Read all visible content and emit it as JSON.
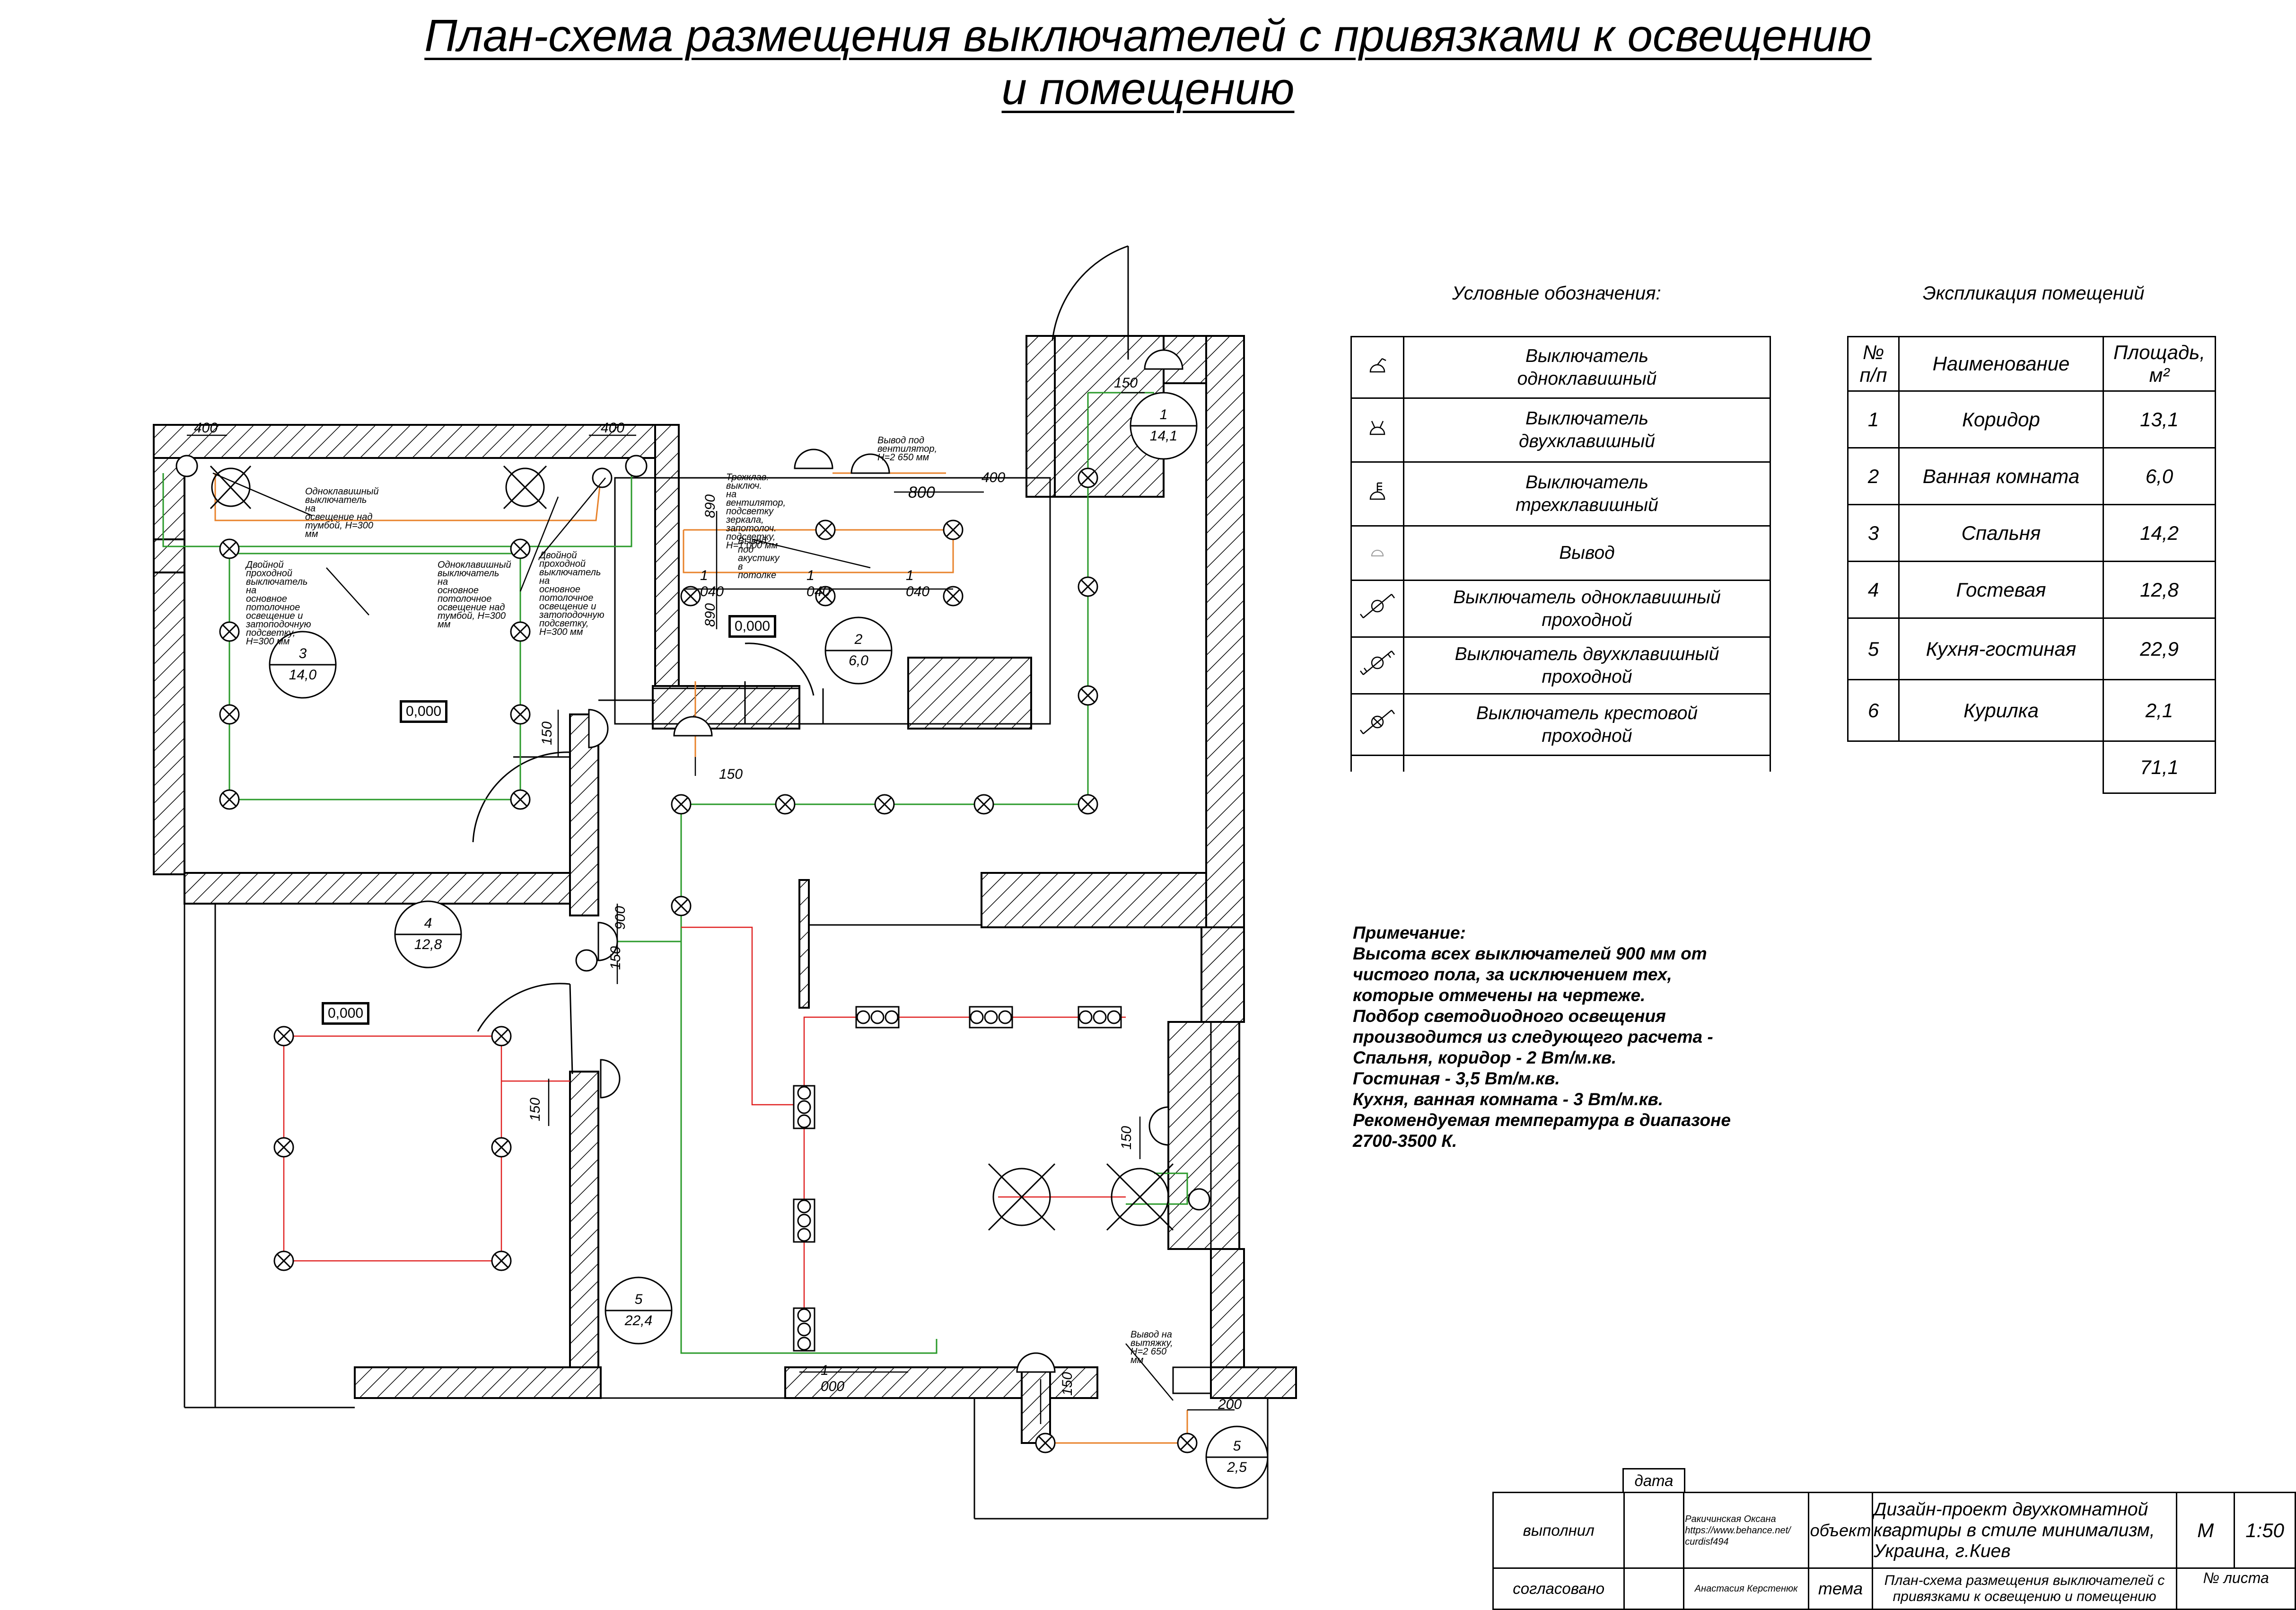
{
  "page_title": {
    "line1": "План-схема размещения выключателей с привязками к освещению",
    "line2": "и помещению"
  },
  "legend": {
    "title": "Условные обозначения:",
    "items": [
      {
        "icon": "single-switch-icon",
        "label_l1": "Выключатель",
        "label_l2": "одноклавишный"
      },
      {
        "icon": "double-switch-icon",
        "label_l1": "Выключатель",
        "label_l2": "двухклавишный"
      },
      {
        "icon": "triple-switch-icon",
        "label_l1": "Выключатель",
        "label_l2": "трехклавишный"
      },
      {
        "icon": "outlet-icon",
        "label_l1": "Вывод",
        "label_l2": ""
      },
      {
        "icon": "pass-single-switch-icon",
        "label_l1": "Выключатель одноклавишный",
        "label_l2": "проходной"
      },
      {
        "icon": "pass-double-switch-icon",
        "label_l1": "Выключатель двухклавишный",
        "label_l2": "проходной"
      },
      {
        "icon": "cross-switch-icon",
        "label_l1": "Выключатель крестовой",
        "label_l2": "проходной"
      }
    ]
  },
  "explication": {
    "title": "Экспликация помещений",
    "headers": {
      "num_l1": "№",
      "num_l2": "п/п",
      "name": "Наименование",
      "area_l1": "Площадь,",
      "area_l2": "м²"
    },
    "rows": [
      {
        "num": "1",
        "name": "Коридор",
        "area": "13,1"
      },
      {
        "num": "2",
        "name": "Ванная комната",
        "area": "6,0"
      },
      {
        "num": "3",
        "name": "Спальня",
        "area": "14,2"
      },
      {
        "num": "4",
        "name": "Гостевая",
        "area": "12,8"
      },
      {
        "num": "5",
        "name": "Кухня-гостиная",
        "area": "22,9"
      },
      {
        "num": "6",
        "name": "Курилка",
        "area": "2,1"
      }
    ],
    "total": "71,1"
  },
  "note": {
    "title": "Примечание:",
    "lines": [
      "Высота всех выключателей 900 мм от",
      "чистого пола, за исключением тех,",
      "которые отмечены на чертеже.",
      "Подбор светодиодного освещения",
      "производится из следующего расчета -",
      "Спальня, коридор - 2 Вт/м.кв.",
      "Гостиная - 3,5 Вт/м.кв.",
      "Кухня, ванная комната - 3 Вт/м.кв.",
      "Рекомендуемая температура в диапазоне",
      "2700-3500 К."
    ]
  },
  "plan": {
    "rooms": [
      {
        "num": "1",
        "area": "14,1"
      },
      {
        "num": "2",
        "area": "6,0"
      },
      {
        "num": "3",
        "area": "14,0"
      },
      {
        "num": "4",
        "area": "12,8"
      },
      {
        "num": "5",
        "area": "22,4"
      },
      {
        "num": "5",
        "area": "2,5"
      }
    ],
    "levels": [
      "0,000",
      "0,000",
      "0,000"
    ],
    "dims": {
      "d400a": "400",
      "d400b": "400",
      "d400c": "400",
      "d150a": "150",
      "d800": "800",
      "d890a": "890",
      "d890b": "890",
      "d1040a": "1 040",
      "d1040b": "1 040",
      "d1040c": "1 040",
      "d150b": "150",
      "d150c": "150",
      "d900": "900",
      "d150d": "150",
      "d150e": "150",
      "d150f": "150",
      "d1000": "1 000",
      "d150g": "150",
      "d200": "200"
    },
    "notes": {
      "n1": [
        "Одноклавишный",
        "выключатель на",
        "освещение над",
        "тумбой, Н=300 мм"
      ],
      "n2": [
        "Двойной проходной",
        "выключатель на",
        "основное потолочное",
        "освещение и затоподочную",
        "подсветку, Н=300 мм"
      ],
      "n3": [
        "Одноклавишный",
        "выключатель на",
        "основное потолочное",
        "освещение над",
        "тумбой, Н=300 мм"
      ],
      "n4": [
        "Двойной проходной",
        "выключатель на",
        "основное потолочное",
        "освещение и затоподочную",
        "подсветку, Н=300 мм"
      ],
      "n5": [
        "Трехклав. выключ.",
        "на вентилятор,",
        "подсветку зеркала,",
        "запотолоч. подсветку,",
        "Н=1 000 мм"
      ],
      "n6": [
        "Вывод под вентилятор,",
        "Н=2 650 мм"
      ],
      "n7": [
        "Вывод под акустику",
        "в потолке"
      ],
      "n8": [
        "Вывод на вытяжку,",
        "Н=2 650 мм"
      ]
    }
  },
  "stamp": {
    "date_label": "дата",
    "done_label": "выполнил",
    "author": "Ракичинская Оксана",
    "author_url_1": "https://www.behance.net/",
    "author_url_2": "curdisf494",
    "object_label": "объект",
    "object_l1": "Дизайн-проект двухкомнатной",
    "object_l2": "квартиры в стиле минимализм,",
    "object_l3": "Украина, г.Киев",
    "m_label": "М",
    "scale": "1:50",
    "agreed_label": "согласовано",
    "agreed_name": "Анастасия Керстенюк",
    "theme_label": "тема",
    "theme_l1": "План-схема размещения выключателей с",
    "theme_l2": "привязками к освещению и помещению",
    "sheet_label": "№ листа"
  }
}
